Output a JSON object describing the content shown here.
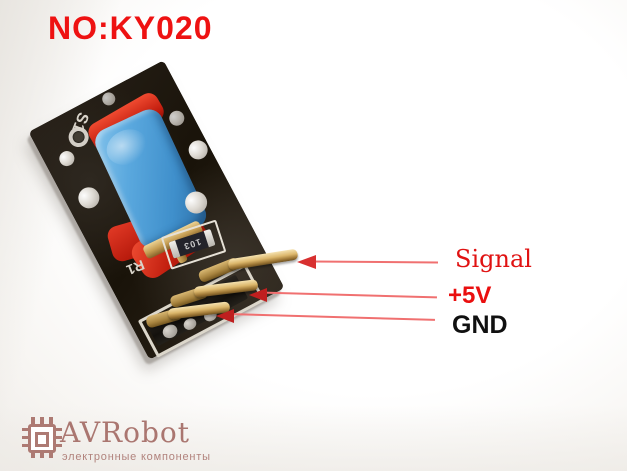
{
  "page": {
    "title": "NO:KY020"
  },
  "module": {
    "description": "KY-020 tilt switch sensor module photo",
    "silkscreen": {
      "switch_label": "S1",
      "resistor_label": "R1",
      "resistor_code": "103"
    }
  },
  "pins": [
    {
      "label": "Signal",
      "color": "#e01212"
    },
    {
      "label": "+5V",
      "color": "#ea0f0f"
    },
    {
      "label": "GND",
      "color": "#101010"
    }
  ],
  "annotation": {
    "arrow_color": "#f07070",
    "arrowhead_color": "#c62525"
  },
  "colors": {
    "title_red": "#ee1212",
    "board_black": "#1a140f",
    "switch_blue": "#4f9fd6",
    "glue_red": "#c21f0f",
    "pin_gold": "#dcb76c",
    "logo_mauve": "#aa7670"
  },
  "logo": {
    "name": "AVRobot",
    "tagline": "электронные компоненты",
    "icon": "chip-icon"
  }
}
